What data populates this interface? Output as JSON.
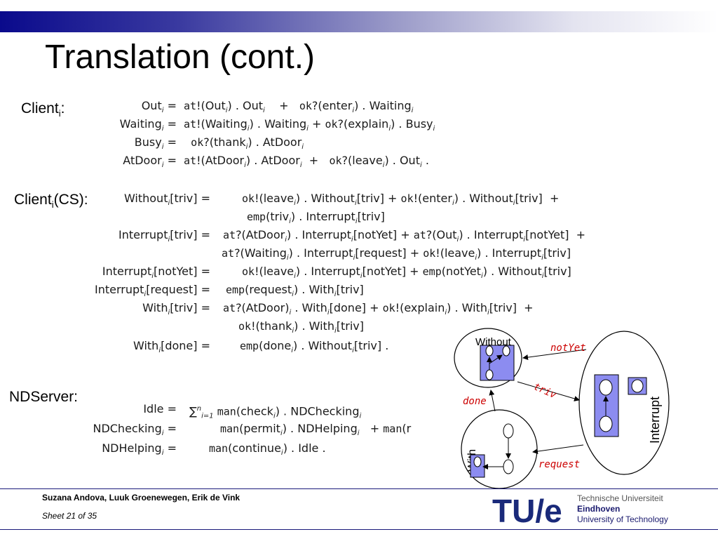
{
  "slide": {
    "title": "Translation (cont.)",
    "footer": {
      "authors": "Suzana Andova, Luuk Groenewegen, Erik de Vink",
      "sheet_label": "Sheet 21 of  35"
    },
    "logo": {
      "letters": "TU/e",
      "line1": "Technische Universiteit",
      "line2": "Eindhoven",
      "line3": "University of Technology"
    }
  },
  "labels": {
    "client": "Client",
    "client_sub": "i",
    "client_suffix": ":",
    "client_cs": "Client",
    "client_cs_sub": "i",
    "client_cs_suffix": "(CS):",
    "ndserver": "NDServer:"
  },
  "client_eqs": [
    {
      "lhs": "Out",
      "rhs": "at!(Out) . Out  +  ok?(enter) . Waiting"
    },
    {
      "lhs": "Waiting",
      "rhs": "at!(Waiting) . Waiting + ok?(explain) . Busy"
    },
    {
      "lhs": "Busy",
      "rhs": "ok?(thank) . AtDoor"
    },
    {
      "lhs": "AtDoor",
      "rhs": "at!(AtDoor) . AtDoor  +  ok?(leave) . Out ."
    }
  ],
  "cs_eqs": [
    {
      "lhs": "Without[triv]",
      "rhs": "ok!(leave) . Without[triv] + ok!(enter) . Without[triv]  +"
    },
    {
      "lhs": "",
      "rhs": "emp(triv) . Interrupt[triv]"
    },
    {
      "lhs": "Interrupt[triv]",
      "rhs": "at?(AtDoor) . Interrupt[notYet] + at?(Out) . Interrupt[notYet]  +"
    },
    {
      "lhs": "",
      "rhs": "at?(Waiting) . Interrupt[request] + ok!(leave) . Interrupt[triv]"
    },
    {
      "lhs": "Interrupt[notYet]",
      "rhs": "ok!(leave) . Interrupt[notYet] + emp(notYet) . Without[triv]"
    },
    {
      "lhs": "Interrupt[request]",
      "rhs": "emp(request) . With[triv]"
    },
    {
      "lhs": "With[triv]",
      "rhs": "at?(AtDoor) . With[done] + ok!(explain) . With[triv]  +"
    },
    {
      "lhs": "",
      "rhs": "ok!(thank) . With[triv]"
    },
    {
      "lhs": "With[done]",
      "rhs": "emp(done) . Without[triv] ."
    }
  ],
  "nd_eqs": [
    {
      "lhs": "Idle",
      "rhs": "∑ man(check) . NDChecking"
    },
    {
      "lhs": "NDChecking",
      "rhs": "man(permit) . NDHelping  + man(r"
    },
    {
      "lhs": "NDHelping",
      "rhs": "man(continue) . Idle ."
    }
  ],
  "diagram": {
    "without": "Without",
    "interrupt": "Interrupt",
    "with": "With",
    "notyet": "notYet",
    "triv": "triv",
    "done": "done",
    "request": "request"
  },
  "colors": {
    "box_fill": "#8c8cf0",
    "arrow_label": "#cc0000",
    "accent": "#0a0a8c"
  }
}
